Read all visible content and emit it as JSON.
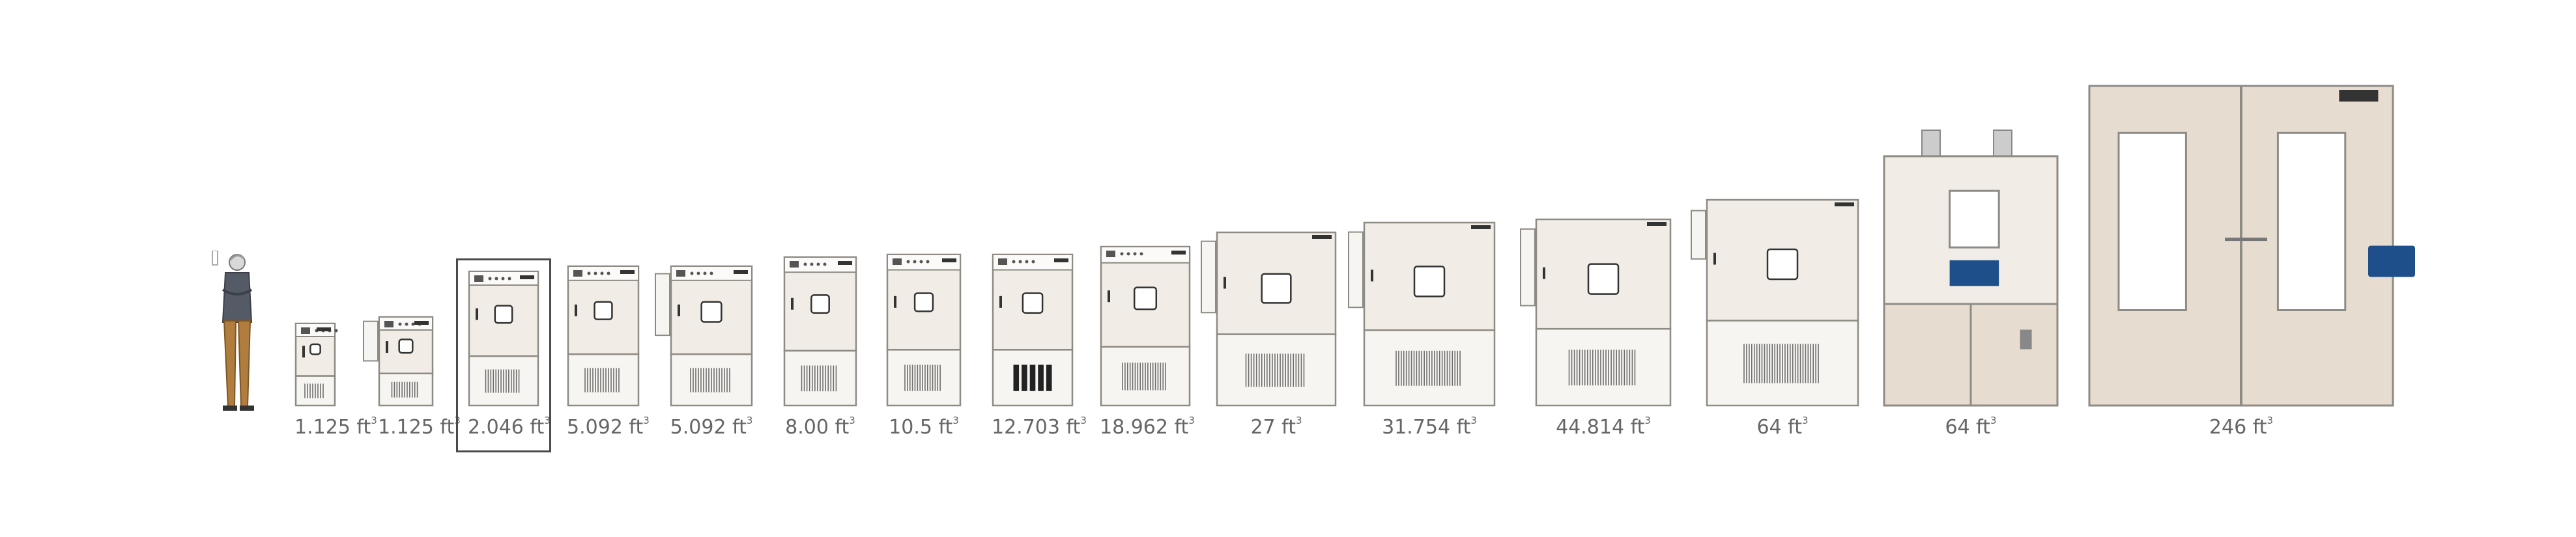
{
  "colors": {
    "cabinet": "#f1ede6",
    "cabinet_dark": "#e6ddd0",
    "panel": "#f7f5f1",
    "stroke": "#8e8a84",
    "vent": "#6e6e6e",
    "label": "#666666",
    "screen_blue": "#1f4f8a",
    "frame": "#4a4a4a"
  },
  "scale_figure": {
    "icon": "person-silhouette-icon"
  },
  "selected_index": 2,
  "chambers": [
    {
      "capacity": "1.125 ft",
      "unit_sup": "3",
      "style": "mini"
    },
    {
      "capacity": "1.125 ft",
      "unit_sup": "3",
      "style": "mini-door"
    },
    {
      "capacity": "2.046 ft",
      "unit_sup": "3",
      "style": "small"
    },
    {
      "capacity": "5.092 ft",
      "unit_sup": "3",
      "style": "medium"
    },
    {
      "capacity": "5.092 ft",
      "unit_sup": "3",
      "style": "medium-door"
    },
    {
      "capacity": "8.00 ft",
      "unit_sup": "3",
      "style": "medium"
    },
    {
      "capacity": "10.5 ft",
      "unit_sup": "3",
      "style": "medium"
    },
    {
      "capacity": "12.703 ft",
      "unit_sup": "3",
      "style": "medium-dark-vent"
    },
    {
      "capacity": "18.962 ft",
      "unit_sup": "3",
      "style": "wide"
    },
    {
      "capacity": "27 ft",
      "unit_sup": "3",
      "style": "large-door"
    },
    {
      "capacity": "31.754 ft",
      "unit_sup": "3",
      "style": "large-panel"
    },
    {
      "capacity": "44.814 ft",
      "unit_sup": "3",
      "style": "large-door"
    },
    {
      "capacity": "64 ft",
      "unit_sup": "3",
      "style": "large-side"
    },
    {
      "capacity": "64 ft",
      "unit_sup": "3",
      "style": "twin-cabinet"
    },
    {
      "capacity": "246 ft",
      "unit_sup": "3",
      "style": "walk-in"
    }
  ]
}
